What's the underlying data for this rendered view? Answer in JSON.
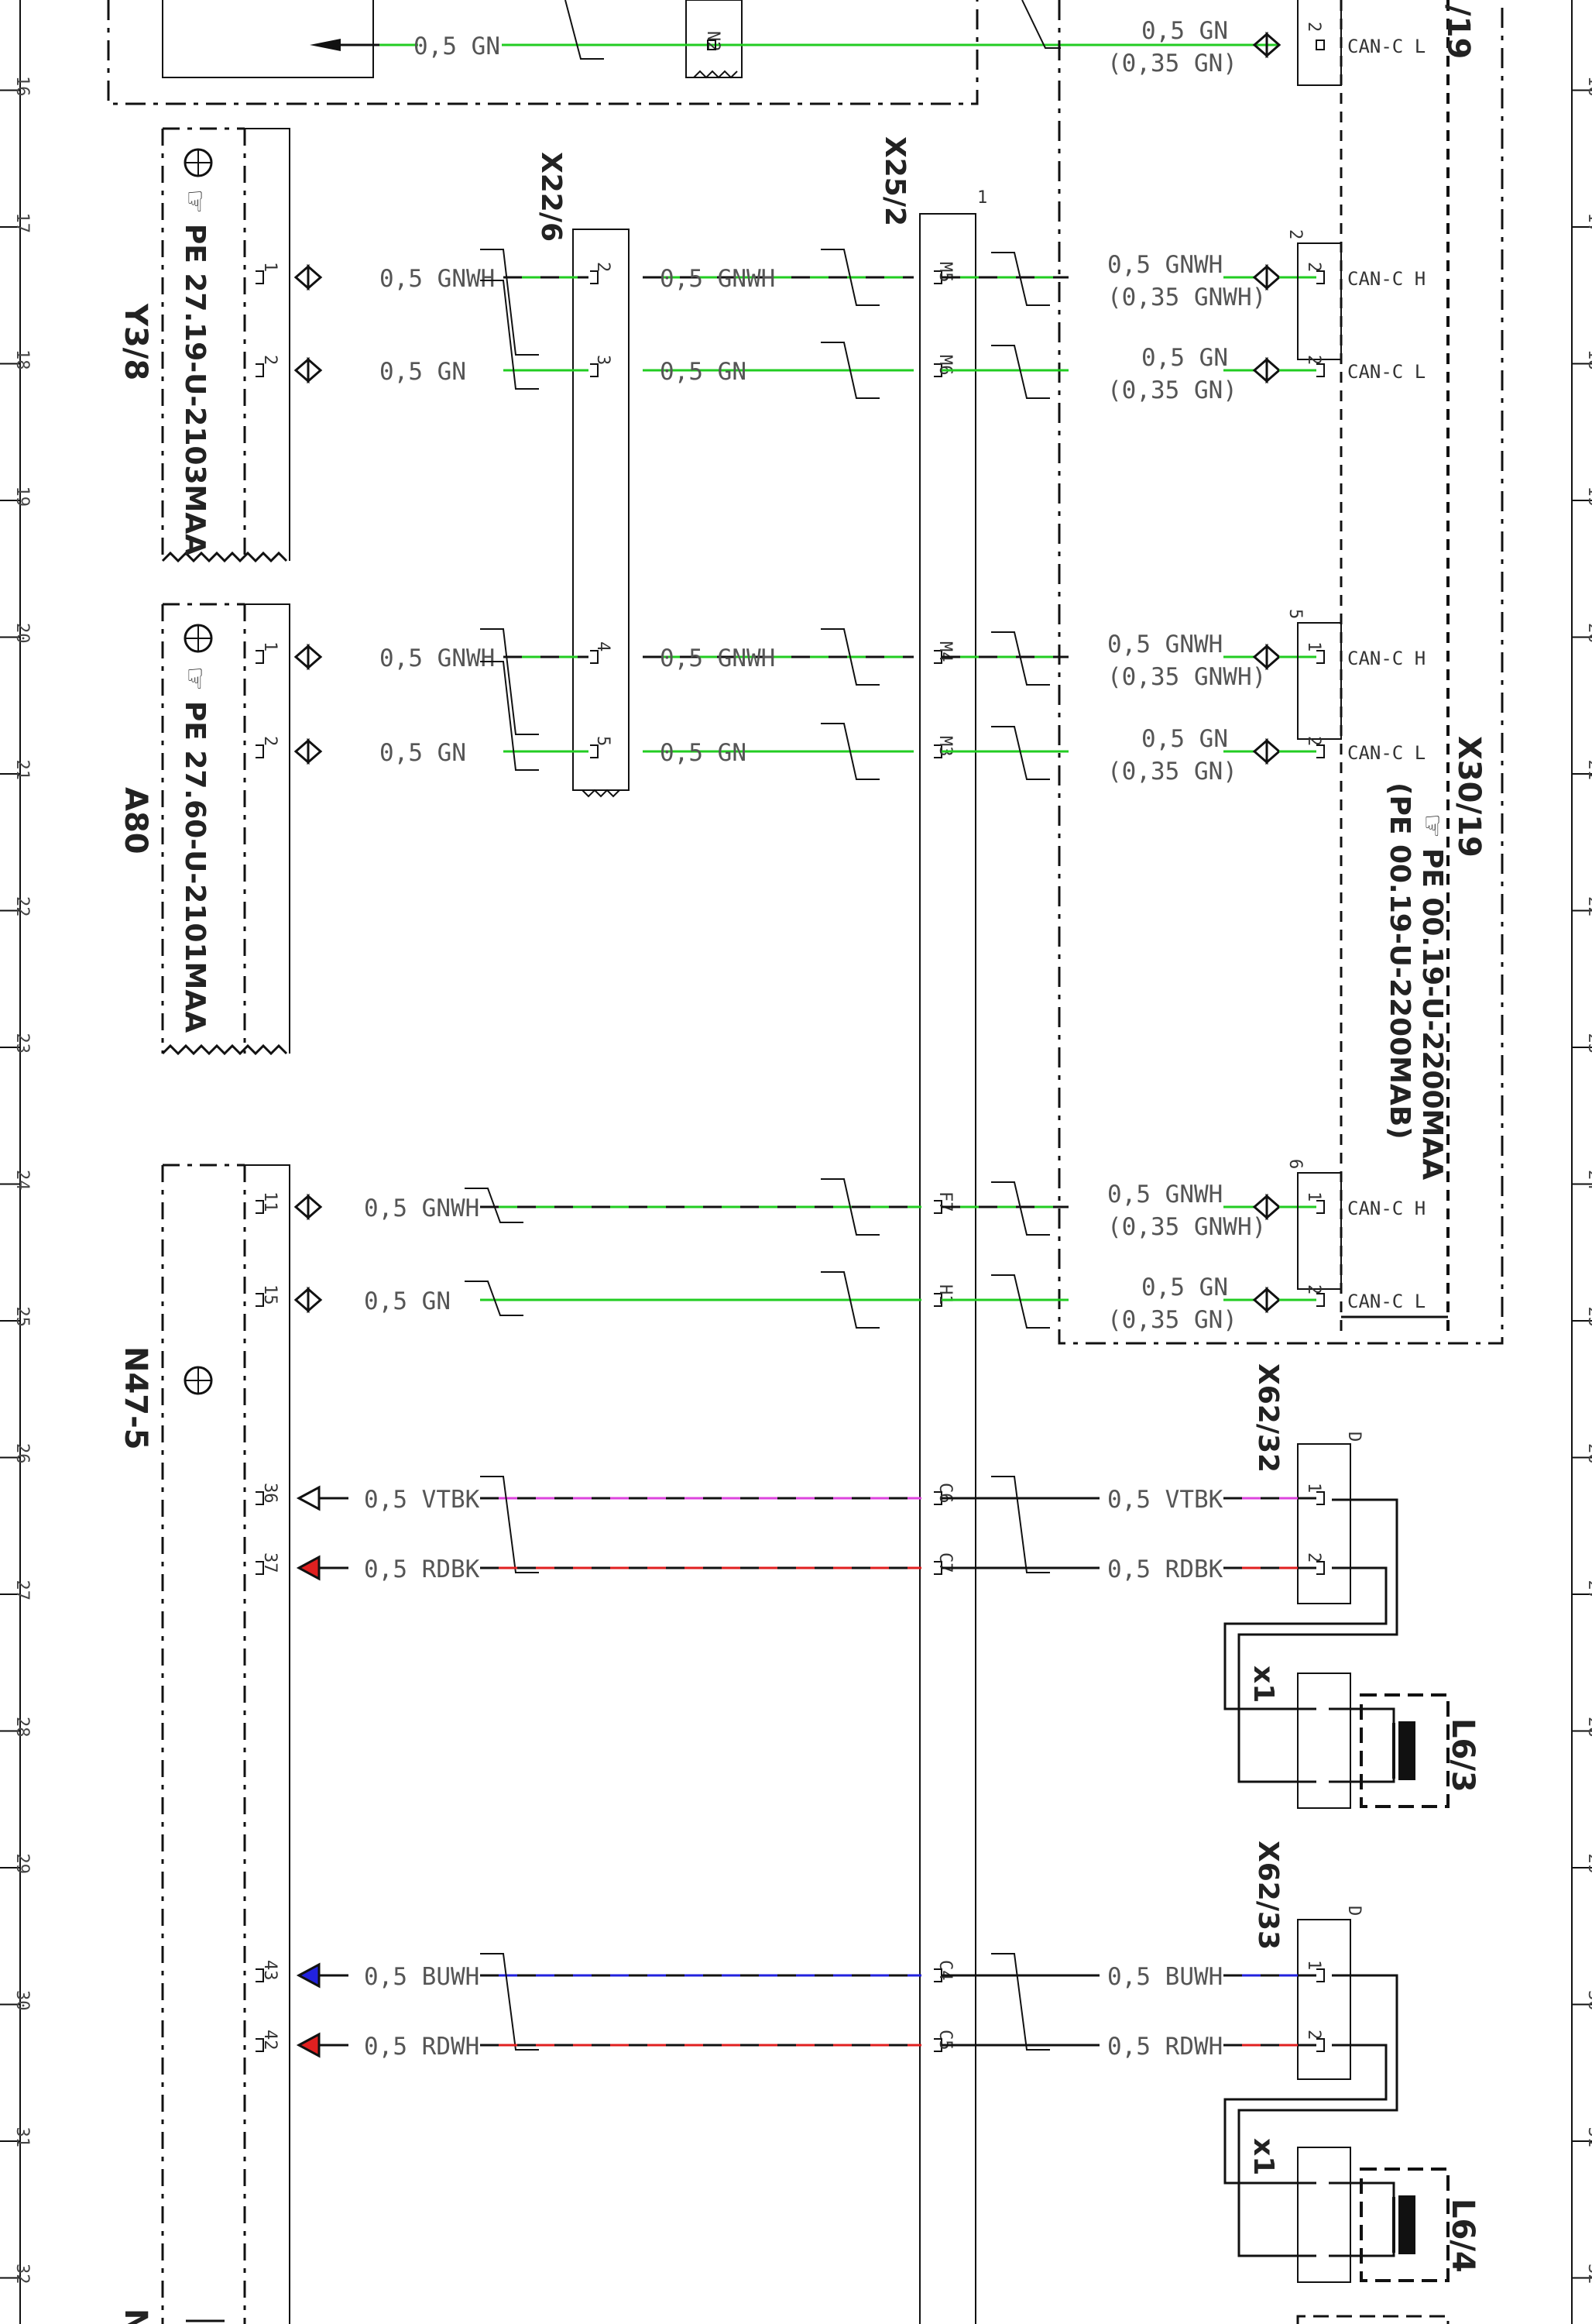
{
  "ruler_numbers": [
    "16",
    "17",
    "18",
    "19",
    "20",
    "21",
    "22",
    "23",
    "24",
    "25",
    "26",
    "27",
    "28",
    "29",
    "30",
    "31",
    "32"
  ],
  "components": {
    "y3_8": {
      "name": "Y3/8",
      "ref": "PE 27.19-U-2103MAA"
    },
    "a80": {
      "name": "A80",
      "ref": "PE 27.60-U-2101MAA"
    },
    "n47_5": {
      "name": "N47-5"
    },
    "x22_6": {
      "name": "X22/6"
    },
    "x25_2": {
      "name": "X25/2",
      "pin_top": "1"
    },
    "x30_19": {
      "name": "X30/19",
      "name_top": "/19",
      "ref1": "PE 00.19-U-2200MAA",
      "ref2": "(PE 00.19-U-2200MAB)"
    },
    "x62_32": {
      "name": "X62/32",
      "pin_top": "D"
    },
    "x62_33": {
      "name": "X62/33",
      "pin_top": "D"
    },
    "l6_3": {
      "name": "L6/3",
      "conn": "x1"
    },
    "l6_4": {
      "name": "L6/4",
      "conn": "x1"
    },
    "n_bottom": {
      "name": "N"
    }
  },
  "wire_labels": {
    "gn": "0,5 GN",
    "gnwh": "0,5 GNWH",
    "gn_alt": "(0,35 GN)",
    "gnwh_alt": "(0,35 GNWH)",
    "vtbk": "0,5 VTBK",
    "rdbk": "0,5 RDBK",
    "buwh": "0,5 BUWH",
    "rdwh": "0,5 RDWH"
  },
  "signals": {
    "can_h": "CAN-C H",
    "can_l": "CAN-C L"
  },
  "pins": {
    "one": "1",
    "two": "2",
    "three": "3",
    "four": "4",
    "five": "5",
    "six": "6",
    "p11": "11",
    "p15": "15",
    "p36": "36",
    "p37": "37",
    "p43": "43",
    "p42": "42",
    "n2": "N2",
    "m5": "M5",
    "m6": "M6",
    "m4": "M4",
    "m3": "M3",
    "f7": "F7",
    "h1": "H1",
    "c6": "C6",
    "c7": "C7",
    "c4": "C4",
    "c5": "C5"
  },
  "colors": {
    "green": "#22cc22",
    "violet": "#dd44dd",
    "red": "#e02020",
    "blue": "#2222dd",
    "black": "#111111"
  }
}
